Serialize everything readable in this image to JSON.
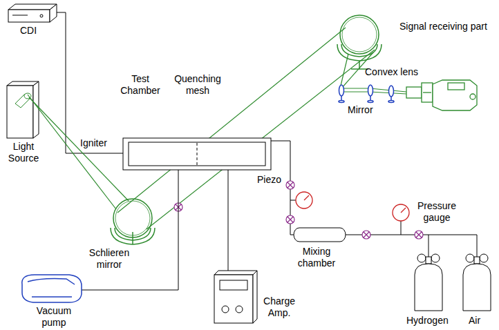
{
  "diagram": {
    "labels": [
      "CDI",
      "Test Chamber",
      "Quenching mesh",
      "Igniter",
      "Light Source",
      "Schlieren mirror",
      "Piezo",
      "Mirror",
      "Convex lens",
      "Signal receiving part",
      "Pressure gauge",
      "Mixing chamber",
      "Charge Amp.",
      "Vacuum pump",
      "Hydrogen",
      "Air"
    ]
  }
}
